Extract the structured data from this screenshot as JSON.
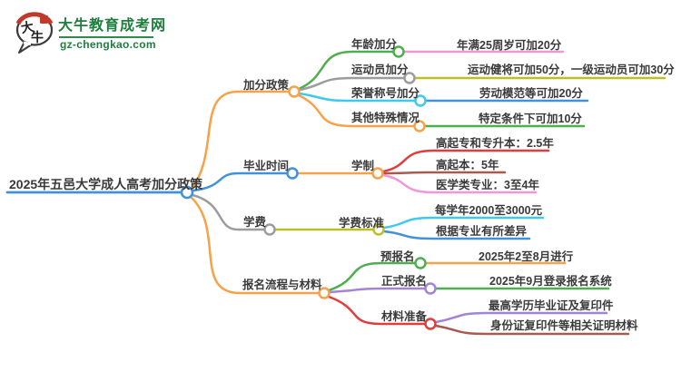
{
  "logo": {
    "icon_text_top": "大",
    "icon_text_bottom": "牛",
    "site_name": "大牛教育成考网",
    "site_url": "gz-chengkao.com"
  },
  "mindmap": {
    "root": "2025年五邑大学成人高考加分政策",
    "branches": [
      {
        "label": "加分政策",
        "children": [
          {
            "label": "年龄加分",
            "detail": "年满25周岁可加20分"
          },
          {
            "label": "运动员加分",
            "detail": "运动健将可加50分，一级运动员可加30分"
          },
          {
            "label": "荣誉称号加分",
            "detail": "劳动模范等可加20分"
          },
          {
            "label": "其他特殊情况",
            "detail": "特定条件下可加10分"
          }
        ]
      },
      {
        "label": "毕业时间",
        "children": [
          {
            "label": "学制",
            "details": [
              "高起专和专升本：2.5年",
              "高起本：5年",
              "医学类专业：3至4年"
            ]
          }
        ]
      },
      {
        "label": "学费",
        "children": [
          {
            "label": "学费标准",
            "details": [
              "每学年2000至3000元",
              "根据专业有所差异"
            ]
          }
        ]
      },
      {
        "label": "报名流程与材料",
        "children": [
          {
            "label": "预报名",
            "detail": "2025年2至8月进行"
          },
          {
            "label": "正式报名",
            "detail": "2025年9月登录报名系统"
          },
          {
            "label": "材料准备",
            "details": [
              "最高学历毕业证及复印件",
              "身份证复印件等相关证明材料"
            ]
          }
        ]
      }
    ]
  },
  "colors": {
    "orange": "#F7A148",
    "blue": "#4191DB",
    "gray": "#9C9C9C",
    "green": "#4FAE4F",
    "cyan": "#3FC8F0",
    "pink": "#F097D5",
    "olive": "#BFBF25",
    "red": "#E23C3C",
    "brown": "#A85A50",
    "purple": "#A284D6",
    "logo_green": "#1E7E3E"
  }
}
